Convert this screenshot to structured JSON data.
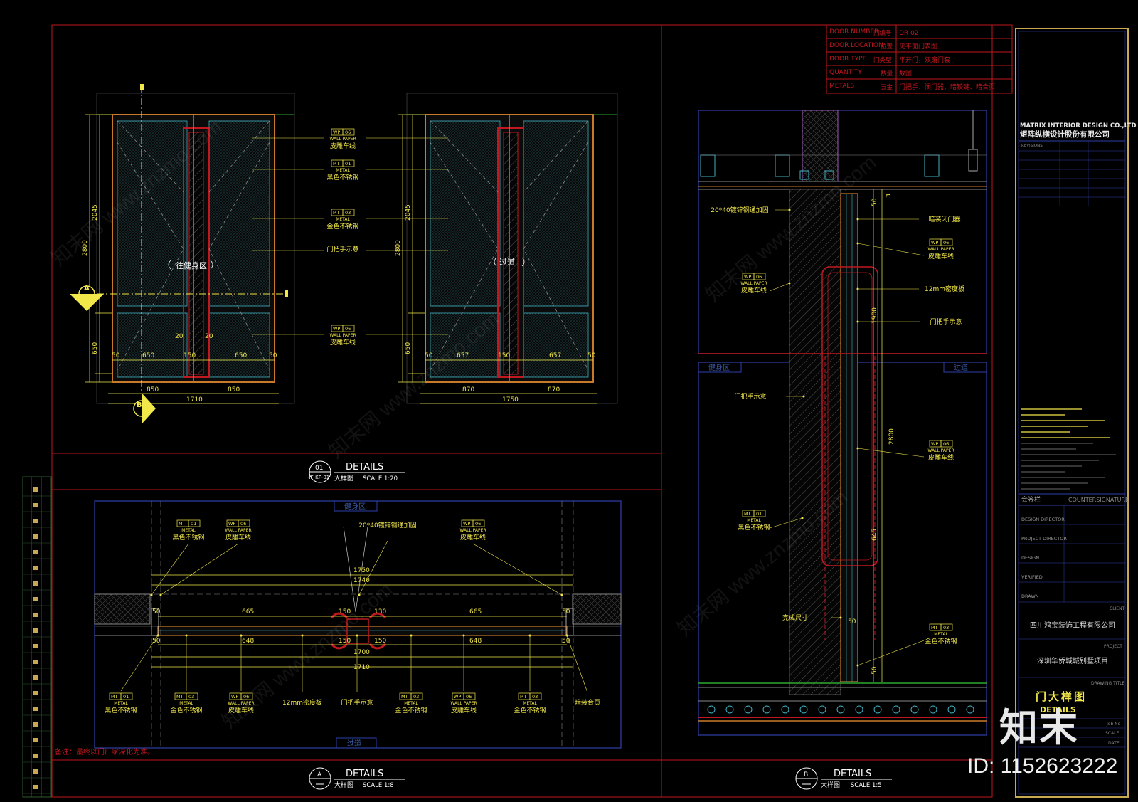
{
  "door_schedule": {
    "rows": [
      {
        "en": "DOOR NUMBER",
        "cn": "门编号",
        "value": "DR-02"
      },
      {
        "en": "DOOR LOCATION",
        "cn": "位置",
        "value": "见平面门表图"
      },
      {
        "en": "DOOR TYPE",
        "cn": "门类型",
        "value": "平开门，双扇门套"
      },
      {
        "en": "QUANTITY",
        "cn": "数量",
        "value": "数图"
      },
      {
        "en": "METALS",
        "cn": "五金",
        "value": "门把手、闭门器、暗铰链、暗合页"
      }
    ]
  },
  "title_block": {
    "company_en": "MATRIX INTERIOR DESIGN CO.,LTD",
    "company_cn": "矩阵纵横设计股份有限公司",
    "revisions": "REVISIONS",
    "countersignature_cn": "会签栏",
    "countersignature_en": "COUNTERSIGNATURE",
    "roles": [
      "DESIGN DIRECTOR",
      "PROJECT DIRECTOR",
      "DESIGN",
      "VERIFIED",
      "DRAWN"
    ],
    "client_label": "CLIENT",
    "client": "四川鸿宝装饰工程有限公司",
    "project_label": "PROJECT",
    "project": "深圳华侨城城别墅项目",
    "drawing_title_label": "DRAWING TITLE",
    "drawing_title_cn": "门大样图",
    "drawing_title_en": "DETAILS",
    "fields": [
      "Job No",
      "SCALE",
      "DATE"
    ]
  },
  "elevation_01": {
    "left_label": "往健身区",
    "right_label": "过道",
    "heights": [
      "2045",
      "2800",
      "650"
    ],
    "left_widths": [
      "50",
      "650",
      "150",
      "650",
      "50"
    ],
    "left_bottom": [
      "850",
      "850"
    ],
    "left_total": "1710",
    "right_widths": [
      "50",
      "657",
      "150",
      "657",
      "50"
    ],
    "right_bottom": [
      "870",
      "870"
    ],
    "right_total": "1750",
    "small": "20",
    "callouts": [
      {
        "tag": "WP",
        "num": "06",
        "cat": "WALL PAPER",
        "desc": "皮雕车线"
      },
      {
        "tag": "MT",
        "num": "01",
        "cat": "METAL",
        "desc": "黑色不锈钢"
      },
      {
        "tag": "MT",
        "num": "03",
        "cat": "METAL",
        "desc": "金色不锈钢"
      },
      {
        "tag": "",
        "num": "",
        "cat": "",
        "desc": "门把手示意"
      },
      {
        "tag": "WP",
        "num": "06",
        "cat": "WALL PAPER",
        "desc": "皮雕车线"
      }
    ],
    "marker_a": "A",
    "marker_b": "B"
  },
  "detail_01": {
    "num": "01",
    "ref": "-IF-KP-01",
    "title": "DETAILS",
    "cn": "大样图",
    "scale": "SCALE 1:20"
  },
  "detail_a": {
    "num": "A",
    "title": "DETAILS",
    "cn": "大样图",
    "scale": "SCALE 1:8"
  },
  "detail_b": {
    "num": "B",
    "title": "DETAILS",
    "cn": "大样图",
    "scale": "SCALE 1:5"
  },
  "plan_a": {
    "top_zone": "健身区",
    "bottom_zone": "过道",
    "top_callouts": [
      {
        "tag": "MT",
        "num": "01",
        "cat": "METAL",
        "desc": "黑色不锈钢"
      },
      {
        "tag": "WP",
        "num": "06",
        "cat": "WALL PAPER",
        "desc": "皮雕车线"
      },
      {
        "tag": "",
        "num": "",
        "cat": "",
        "desc": "20*40镀锌钢通加固"
      },
      {
        "tag": "WP",
        "num": "06",
        "cat": "WALL PAPER",
        "desc": "皮雕车线"
      }
    ],
    "dims_top": [
      "1750",
      "1740"
    ],
    "dims_row1": [
      "665",
      "150",
      "130",
      "665"
    ],
    "dims_row2": [
      "648",
      "150",
      "150",
      "648"
    ],
    "dims_bottom": [
      "1700",
      "1710"
    ],
    "edge": "50",
    "bottom_callouts": [
      {
        "tag": "MT",
        "num": "01",
        "cat": "METAL",
        "desc": "黑色不锈钢"
      },
      {
        "tag": "MT",
        "num": "03",
        "cat": "METAL",
        "desc": "金色不锈钢"
      },
      {
        "tag": "WP",
        "num": "06",
        "cat": "WALL PAPER",
        "desc": "皮雕车线"
      },
      {
        "tag": "",
        "num": "",
        "cat": "",
        "desc": "12mm密度板"
      },
      {
        "tag": "",
        "num": "",
        "cat": "",
        "desc": "门把手示意"
      },
      {
        "tag": "MT",
        "num": "03",
        "cat": "METAL",
        "desc": "金色不锈钢"
      },
      {
        "tag": "WP",
        "num": "06",
        "cat": "WALL PAPER",
        "desc": "皮雕车线"
      },
      {
        "tag": "MT",
        "num": "03",
        "cat": "METAL",
        "desc": "金色不锈钢"
      },
      {
        "tag": "",
        "num": "",
        "cat": "",
        "desc": "暗装合页"
      }
    ],
    "note": "备注：最终以门厂家深化为准。"
  },
  "section_b": {
    "left_zone": "健身区",
    "right_zone": "过道",
    "callouts_left": [
      {
        "tag": "",
        "num": "",
        "cat": "",
        "desc": "20*40镀锌钢通加固"
      },
      {
        "tag": "WP",
        "num": "06",
        "cat": "WALL PAPER",
        "desc": "皮雕车线"
      },
      {
        "tag": "",
        "num": "",
        "cat": "",
        "desc": "门把手示意"
      },
      {
        "tag": "MT",
        "num": "01",
        "cat": "METAL",
        "desc": "黑色不锈钢"
      },
      {
        "tag": "",
        "num": "",
        "cat": "",
        "desc": "完成尺寸"
      }
    ],
    "callouts_right": [
      {
        "tag": "",
        "num": "",
        "cat": "",
        "desc": "暗装闭门器"
      },
      {
        "tag": "WP",
        "num": "06",
        "cat": "WALL PAPER",
        "desc": "皮雕车线"
      },
      {
        "tag": "",
        "num": "",
        "cat": "",
        "desc": "12mm密度板"
      },
      {
        "tag": "",
        "num": "",
        "cat": "",
        "desc": "门把手示意"
      },
      {
        "tag": "WP",
        "num": "06",
        "cat": "WALL PAPER",
        "desc": "皮雕车线"
      },
      {
        "tag": "MT",
        "num": "03",
        "cat": "METAL",
        "desc": "金色不锈钢"
      }
    ],
    "dims": [
      "50",
      "1900",
      "2800",
      "645",
      "50",
      "3"
    ]
  },
  "watermark": "知末网 www.znzmo.com",
  "logo": "知末",
  "image_id": "ID: 1152623222",
  "colors": {
    "frame": "#c0181e",
    "blue": "#2e3fa8",
    "yellow": "#f2e84a",
    "gold": "#c8a850",
    "orange": "#c87a2a",
    "cyan": "#3fb0c0"
  }
}
